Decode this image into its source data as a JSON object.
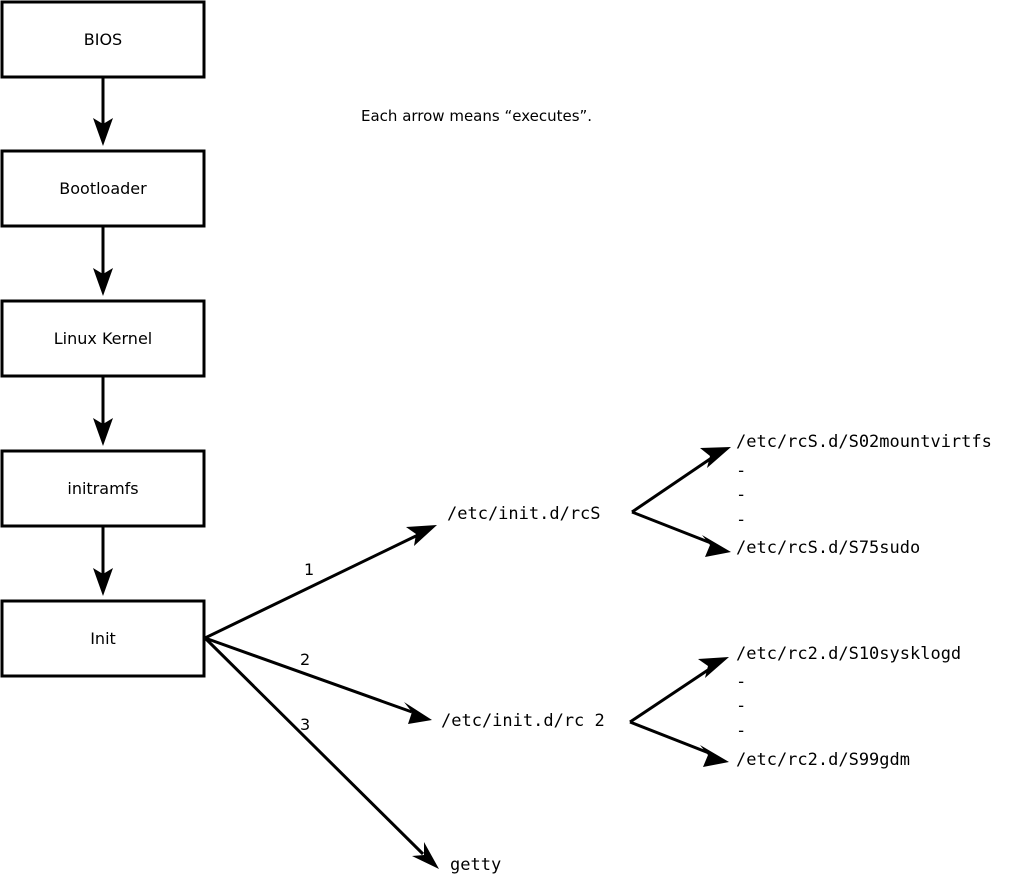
{
  "diagram": {
    "title_note": "Each arrow means “executes”.",
    "colors": {
      "background": "#ffffff",
      "stroke": "#000000",
      "box_fill": "#ffffff",
      "text": "#000000"
    },
    "boot_chain": [
      {
        "id": "bios",
        "label": "BIOS"
      },
      {
        "id": "bootloader",
        "label": "Bootloader"
      },
      {
        "id": "kernel",
        "label": "Linux Kernel"
      },
      {
        "id": "initramfs",
        "label": "initramfs"
      },
      {
        "id": "init",
        "label": "Init"
      }
    ],
    "init_branches": [
      {
        "number": "1",
        "target": "/etc/init.d/rcS"
      },
      {
        "number": "2",
        "target": "/etc/init.d/rc 2"
      },
      {
        "number": "3",
        "target": "getty"
      }
    ],
    "rcs_scripts": {
      "first": "/etc/rcS.d/S02mountvirtfs",
      "ellipsis": [
        "-",
        "-",
        "-"
      ],
      "last": "/etc/rcS.d/S75sudo"
    },
    "rc2_scripts": {
      "first": "/etc/rc2.d/S10sysklogd",
      "ellipsis": [
        "-",
        "-",
        "-"
      ],
      "last": "/etc/rc2.d/S99gdm"
    }
  }
}
